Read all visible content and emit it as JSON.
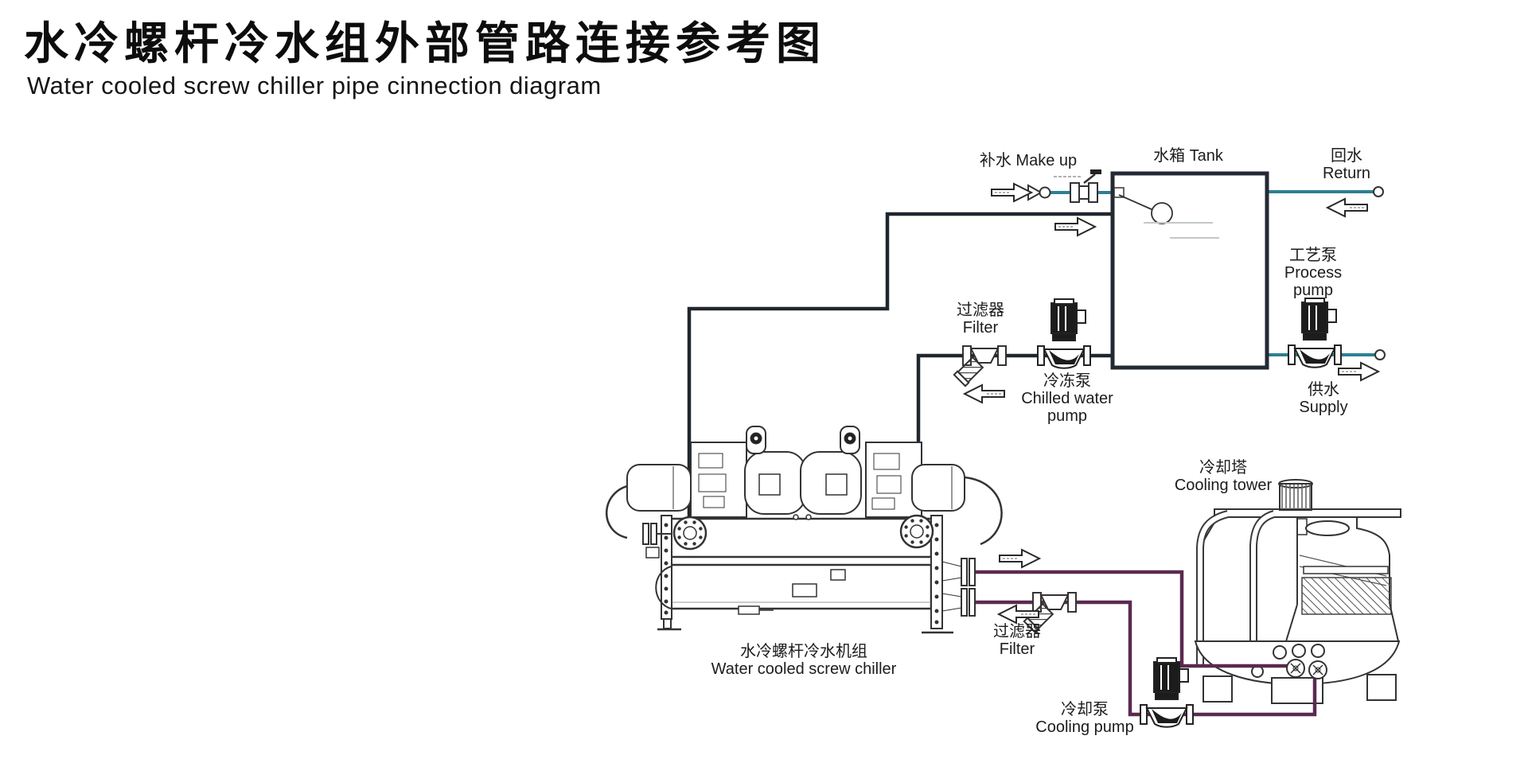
{
  "header": {
    "title_zh": "水冷螺杆冷水组外部管路连接参考图",
    "title_en": "Water cooled screw chiller pipe cinnection diagram"
  },
  "labels": {
    "make_up": {
      "line1": "补水 Make up"
    },
    "tank": {
      "line1": "水箱 Tank"
    },
    "return_water": {
      "line1": "回水",
      "line2": "Return"
    },
    "process_pump": {
      "line1": "工艺泵",
      "line2": "Process",
      "line3": "pump"
    },
    "supply": {
      "line1": "供水",
      "line2": "Supply"
    },
    "filter_chilled": {
      "line1": "过滤器",
      "line2": "Filter"
    },
    "chilled_pump": {
      "line1": "冷冻泵",
      "line2": "Chilled water",
      "line3": "pump"
    },
    "cooling_tower": {
      "line1": "冷却塔",
      "line2": "Cooling tower"
    },
    "filter_cooling": {
      "line1": "过滤器",
      "line2": "Filter"
    },
    "cooling_pump": {
      "line1": "冷却泵",
      "line2": "Cooling pump"
    },
    "chiller_unit": {
      "line1": "水冷螺杆冷水机组",
      "line2": "Water cooled screw chiller"
    }
  },
  "colors": {
    "makeup_loop": "#2c8093",
    "chilled_loop": "#20262e",
    "cooling_loop": "#5b2a50"
  }
}
